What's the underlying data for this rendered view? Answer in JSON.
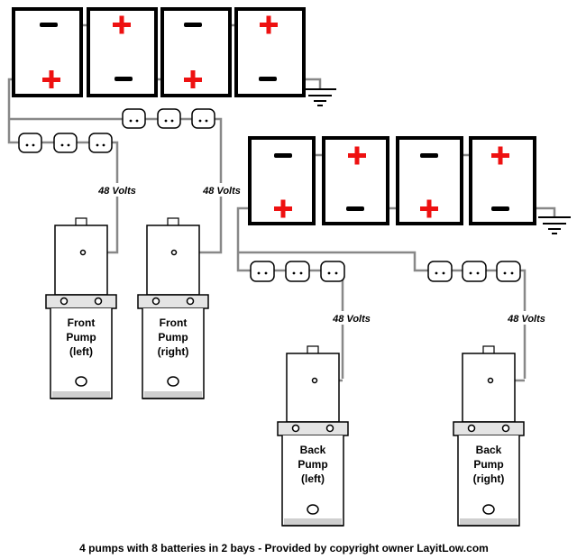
{
  "colors": {
    "positive_terminal": "#ee1111",
    "negative_terminal": "#000000",
    "wire": "#888888"
  },
  "bays": [
    {
      "batteries": 4
    },
    {
      "batteries": 4
    }
  ],
  "voltage_labels": {
    "front_left": "48 Volts",
    "front_right": "48 Volts",
    "back_left": "48 Volts",
    "back_right": "48 Volts"
  },
  "pumps": {
    "front_left": {
      "line1": "Front",
      "line2": "Pump",
      "line3": "(left)"
    },
    "front_right": {
      "line1": "Front",
      "line2": "Pump",
      "line3": "(right)"
    },
    "back_left": {
      "line1": "Back",
      "line2": "Pump",
      "line3": "(left)"
    },
    "back_right": {
      "line1": "Back",
      "line2": "Pump",
      "line3": "(right)"
    }
  },
  "caption": "4 pumps with 8 batteries in 2 bays - Provided by copyright owner LayitLow.com"
}
